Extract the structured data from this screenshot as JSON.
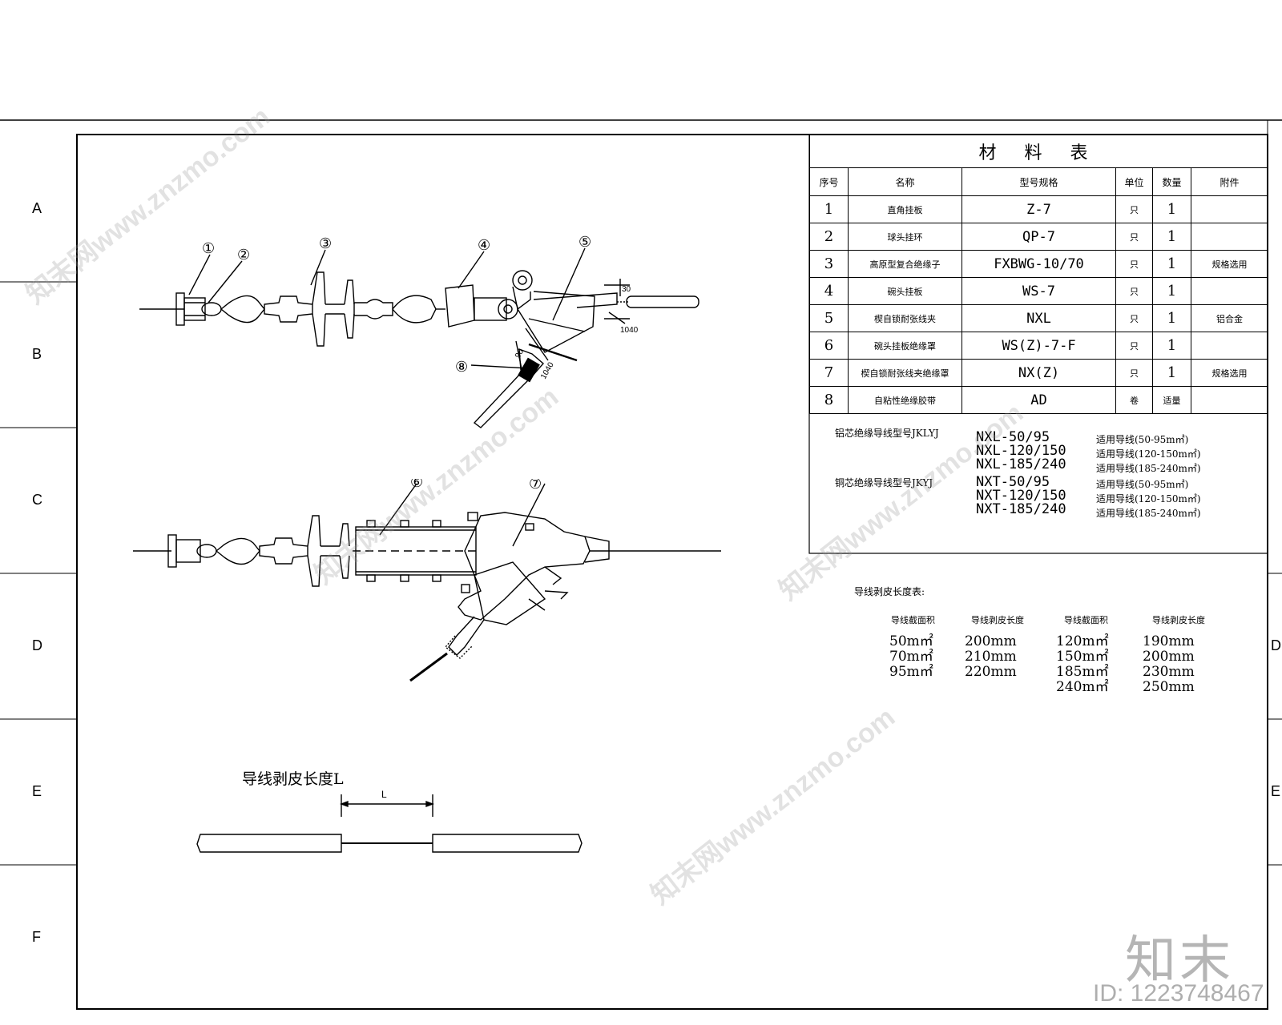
{
  "frame": {
    "row_labels_left": [
      "A",
      "B",
      "C",
      "D",
      "E",
      "F"
    ],
    "row_labels_right": [
      "D",
      "E"
    ]
  },
  "material_table": {
    "title": "材 料 表",
    "headers": [
      "序号",
      "名称",
      "型号规格",
      "单位",
      "数量",
      "附件"
    ],
    "rows": [
      {
        "no": "1",
        "name": "直角挂板",
        "model": "Z-7",
        "unit": "只",
        "qty": "1",
        "note": ""
      },
      {
        "no": "2",
        "name": "球头挂环",
        "model": "QP-7",
        "unit": "只",
        "qty": "1",
        "note": ""
      },
      {
        "no": "3",
        "name": "高原型复合绝缘子",
        "model": "FXBWG-10/70",
        "unit": "只",
        "qty": "1",
        "note": "规格选用"
      },
      {
        "no": "4",
        "name": "碗头挂板",
        "model": "WS-7",
        "unit": "只",
        "qty": "1",
        "note": ""
      },
      {
        "no": "5",
        "name": "楔自锁耐张线夹",
        "model": "NXL",
        "unit": "只",
        "qty": "1",
        "note": "铝合金"
      },
      {
        "no": "6",
        "name": "碗头挂板绝缘罩",
        "model": "WS(Z)-7-F",
        "unit": "只",
        "qty": "1",
        "note": ""
      },
      {
        "no": "7",
        "name": "楔自锁耐张线夹绝缘罩",
        "model": "NX(Z)",
        "unit": "只",
        "qty": "1",
        "note": "规格选用"
      },
      {
        "no": "8",
        "name": "自粘性绝缘胶带",
        "model": "AD",
        "unit": "卷",
        "qty": "适量",
        "note": ""
      }
    ]
  },
  "conductor_notes": {
    "al_label": "铝芯绝缘导线型号JKLYJ",
    "cu_label": "铜芯绝缘导线型号JKYJ",
    "al_models": [
      "NXL-50/95",
      "NXL-120/150",
      "NXL-185/240"
    ],
    "cu_models": [
      "NXT-50/95",
      "NXT-120/150",
      "NXT-185/240"
    ],
    "al_ranges": [
      "适用导线(50-95m㎡)",
      "适用导线(120-150m㎡)",
      "适用导线(185-240m㎡)"
    ],
    "cu_ranges": [
      "适用导线(50-95m㎡)",
      "适用导线(120-150m㎡)",
      "适用导线(185-240m㎡)"
    ]
  },
  "strip_table": {
    "title": "导线剥皮长度表:",
    "headers": [
      "导线截面积",
      "导线剥皮长度",
      "导线截面积",
      "导线剥皮长度"
    ],
    "col1": [
      "50m㎡",
      "70m㎡",
      "95m㎡"
    ],
    "col2": [
      "200mm",
      "210mm",
      "220mm"
    ],
    "col3": [
      "120m㎡",
      "150m㎡",
      "185m㎡",
      "240m㎡"
    ],
    "col4": [
      "190mm",
      "200mm",
      "230mm",
      "250mm"
    ]
  },
  "drawing": {
    "callouts_top": [
      "①",
      "②",
      "③",
      "④",
      "⑤",
      "⑧"
    ],
    "callouts_bottom": [
      "⑥",
      "⑦"
    ],
    "dims": {
      "d30": "30",
      "d1040": "1040",
      "d90": "90",
      "d1040b": "1040"
    },
    "strip_title": "导线剥皮长度L",
    "strip_dim": "L"
  },
  "watermark": {
    "logo": "知末",
    "id_text": "ID: 1223748467",
    "tile_text": "知末网www.znzmo.com"
  }
}
